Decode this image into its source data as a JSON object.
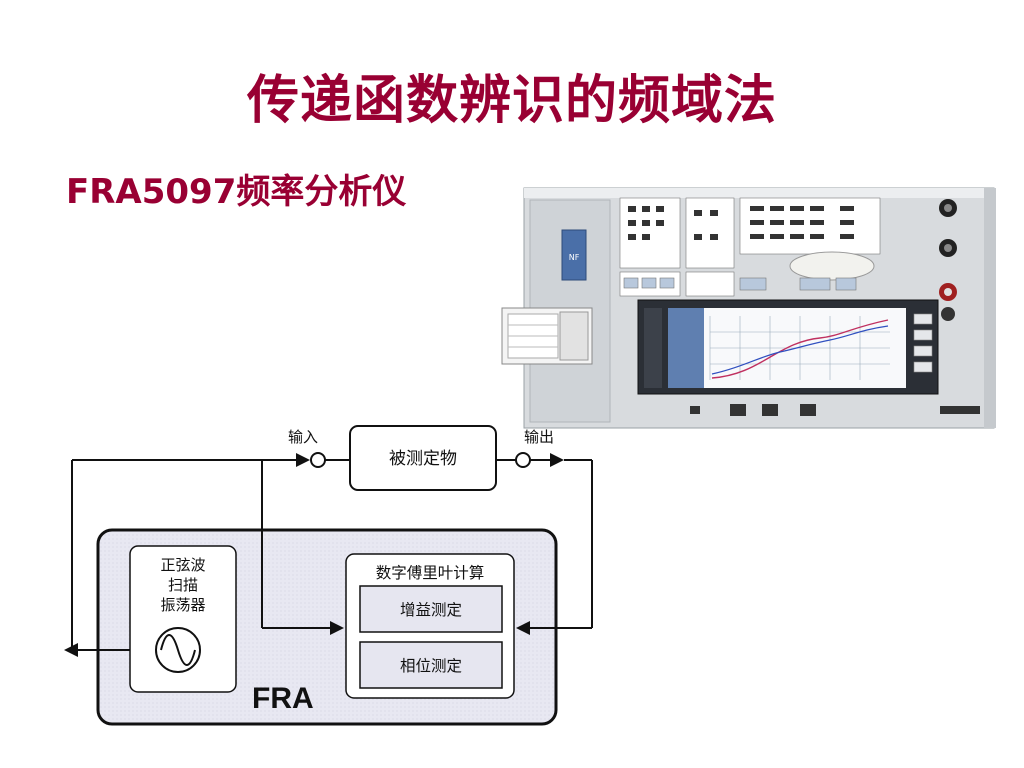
{
  "slide": {
    "title": "传递函数辨识的频域法",
    "subtitle": "FRA5097频率分析仪"
  },
  "instrument": {
    "brand": "NF"
  },
  "diagram": {
    "input_label": "输入",
    "output_label": "输出",
    "dut_label": "被测定物",
    "oscillator_lines": [
      "正弦波",
      "扫描",
      "振荡器"
    ],
    "dft_label": "数字傅里叶计算",
    "gain_label": "增益测定",
    "phase_label": "相位测定",
    "fra_label": "FRA"
  },
  "colors": {
    "title": "#990033",
    "box_fill": "#e6e6f0",
    "inner_fill": "#ffffff"
  }
}
